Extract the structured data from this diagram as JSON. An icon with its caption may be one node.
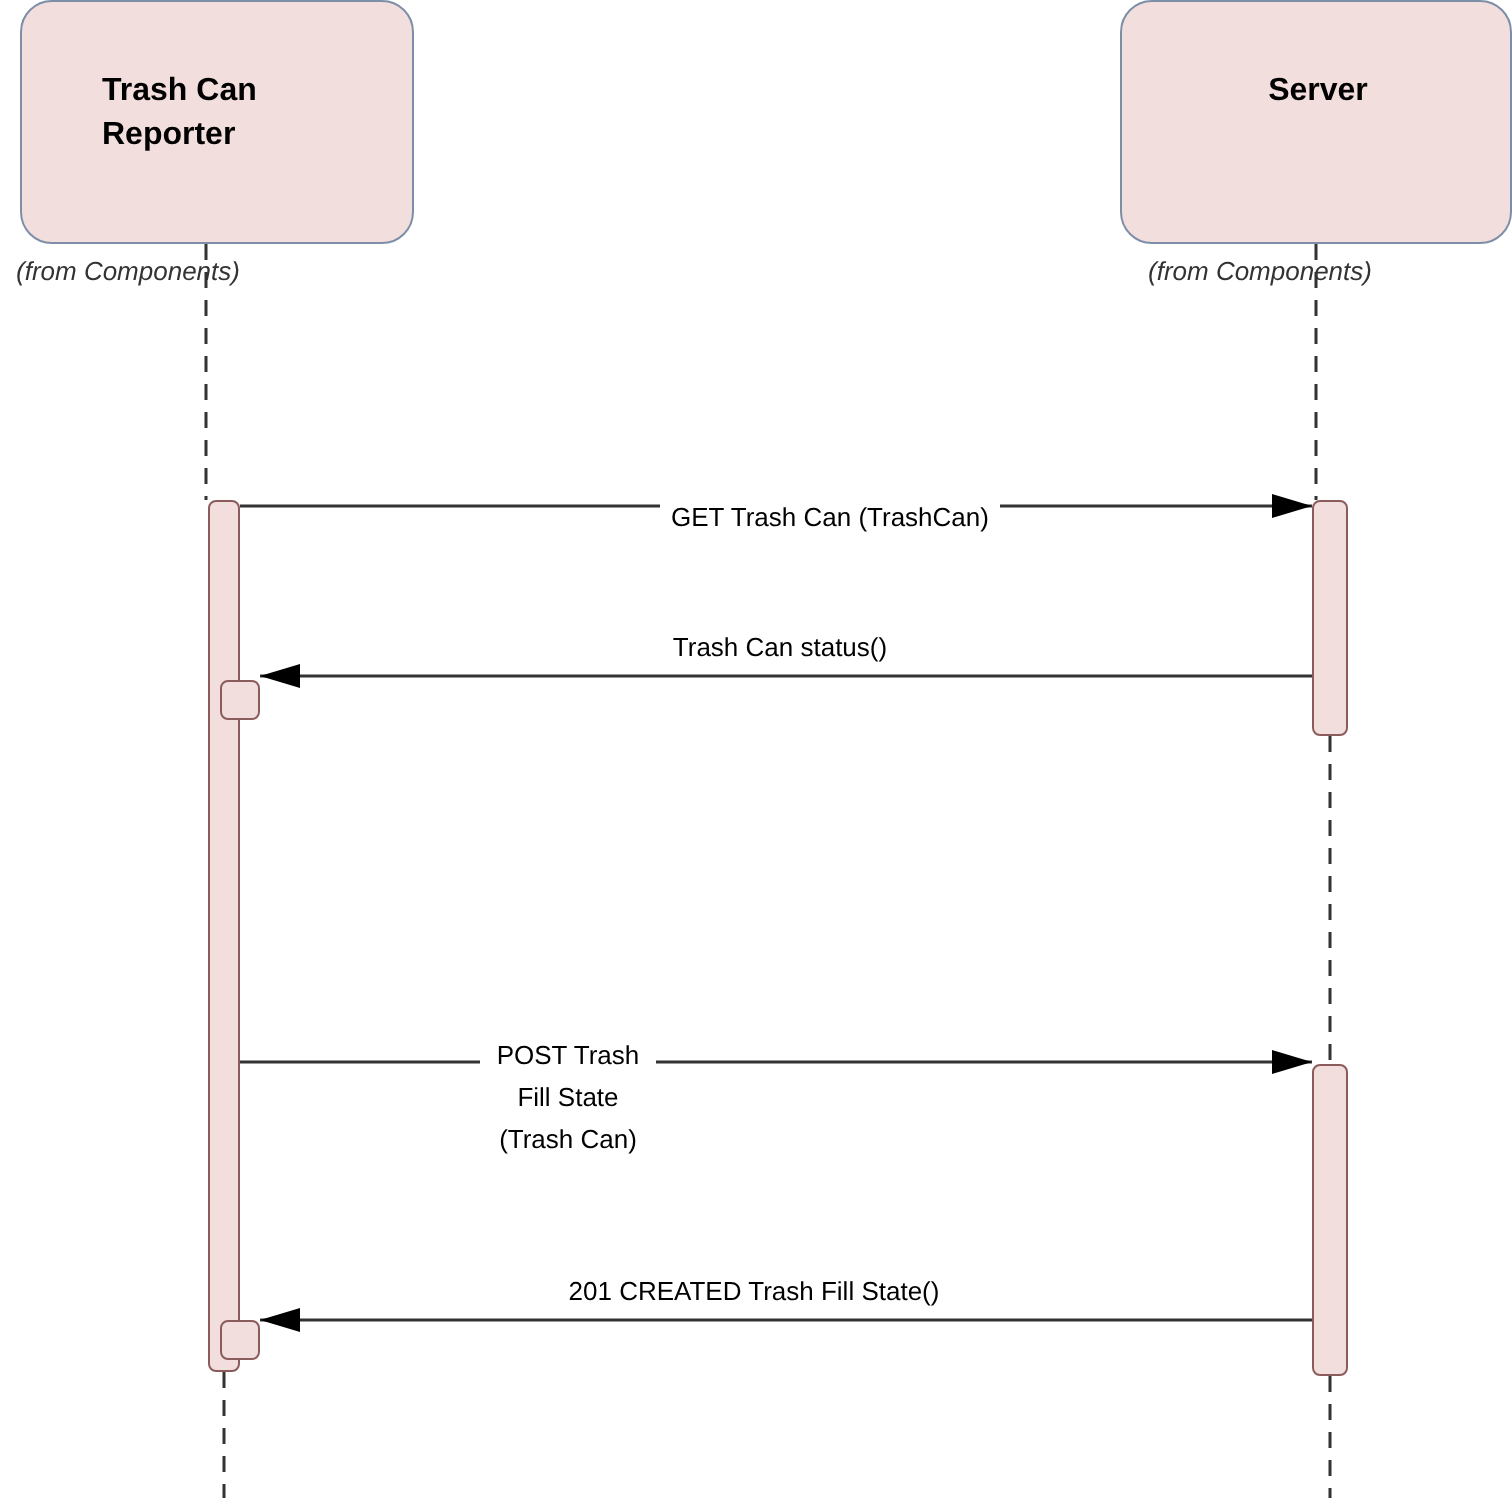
{
  "diagram": {
    "nodes": [
      {
        "text": [
          "Trash Can Reporter"
        ],
        "beside": [
          "(from Components)"
        ]
      },
      {
        "text": [
          "Server"
        ],
        "beside": [
          "(from Components)"
        ]
      },
      {
        "text": [],
        "shape": "bar"
      },
      {
        "text": [],
        "shape": "bar"
      },
      {
        "text": [],
        "shape": "bar"
      },
      {
        "text": [],
        "shape": "bar"
      },
      {
        "text": [],
        "shape": "bar"
      }
    ],
    "edges": [
      {
        "from": 0,
        "to": 2,
        "arrow": "none",
        "style": "dashed"
      },
      {
        "from": 1,
        "to": 3,
        "arrow": "none",
        "style": "dashed"
      },
      {
        "from": 3,
        "to": 5,
        "arrow": "none",
        "style": "dashed"
      },
      {
        "from": 2,
        "to": 3,
        "arrow": "to",
        "label": "GET Trash Can (TrashCan)"
      },
      {
        "from": 3,
        "to": 4,
        "arrow": "to",
        "label": "Trash Can status()"
      },
      {
        "from": 2,
        "to": 5,
        "arrow": "to",
        "label": "POST Trash Fill State (Trash Can)"
      },
      {
        "from": 5,
        "to": 6,
        "arrow": "to",
        "label": "201 CREATED Trash Fill State()"
      }
    ]
  }
}
